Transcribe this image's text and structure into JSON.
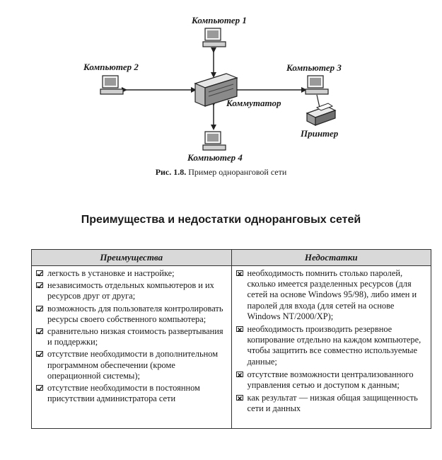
{
  "diagram": {
    "nodes": {
      "computer1": "Компьютер 1",
      "computer2": "Компьютер 2",
      "computer3": "Компьютер 3",
      "computer4": "Компьютер 4",
      "switch": "Коммутатор",
      "printer": "Принтер"
    },
    "caption_num": "Рис. 1.8.",
    "caption_text": " Пример одноранговой сети"
  },
  "section_title": "Преимущества и недостатки одноранговых сетей",
  "table": {
    "headers": [
      "Преимущества",
      "Недостатки"
    ],
    "advantages": [
      "легкость в установке и настройке;",
      "независимость отдельных компьютеров и их ресурсов друг от друга;",
      "возможность для пользователя контролировать ресурсы своего собственного компьютера;",
      "сравнительно низкая стоимость развертывания и поддержки;",
      "отсутствие необходимости в дополнительном программном обеспечении (кроме операционной системы);",
      "отсутствие необходимости в постоянном присутствии администратора сети"
    ],
    "disadvantages": [
      "необходимость помнить столько паролей, сколько имеется разделенных ресурсов (для сетей на основе Windows 95/98), либо имен и паролей для входа (для сетей на основе Windows NT/2000/XP);",
      "необходимость производить резервное копирование отдельно на каждом компьютере, чтобы защитить все совместно используемые данные;",
      "отсутствие возможности централизованного управления сетью и доступом к данным;",
      "как результат — низкая общая защищенность сети и данных"
    ]
  },
  "icons": {
    "advantage": "check-box-icon",
    "disadvantage": "cross-box-icon"
  }
}
